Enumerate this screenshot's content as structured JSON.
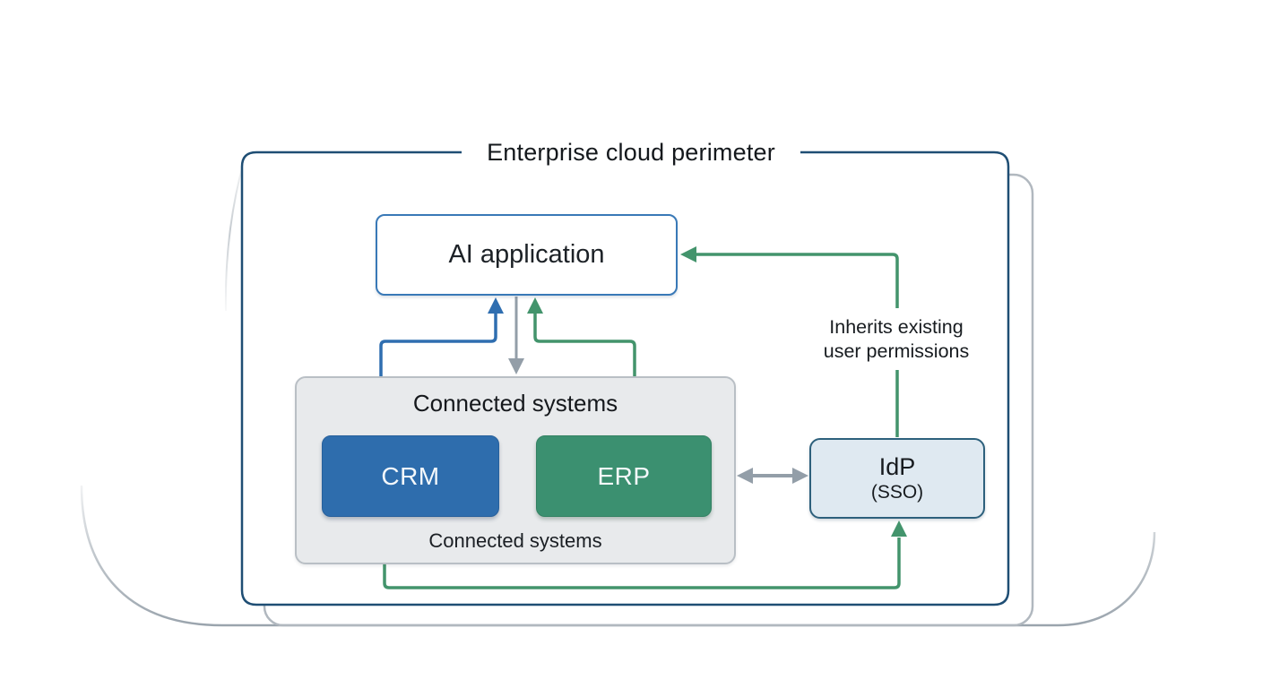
{
  "diagram": {
    "title": "Enterprise cloud perimeter",
    "nodes": {
      "ai_application": {
        "label": "AI application"
      },
      "connected_systems": {
        "title": "Connected systems",
        "caption": "Connected systems"
      },
      "crm": {
        "label": "CRM"
      },
      "erp": {
        "label": "ERP"
      },
      "idp": {
        "label": "IdP",
        "sublabel": "(SSO)"
      }
    },
    "annotations": {
      "inherits_permissions": {
        "line1": "Inherits existing",
        "line2": "user permissions"
      }
    },
    "colors": {
      "perimeter_border": "#1f4e74",
      "echo_outline": "#b1b8bf",
      "background_arc": "#8e99a3",
      "ai_border": "#3979b7",
      "crm_fill": "#2e6dad",
      "erp_fill": "#3b9070",
      "idp_fill": "#dfe9f1",
      "idp_border": "#2d607c",
      "group_fill": "#e8eaec",
      "connector_blue": "#2f6eb0",
      "connector_green": "#43946c",
      "connector_gray": "#939ea8"
    }
  }
}
